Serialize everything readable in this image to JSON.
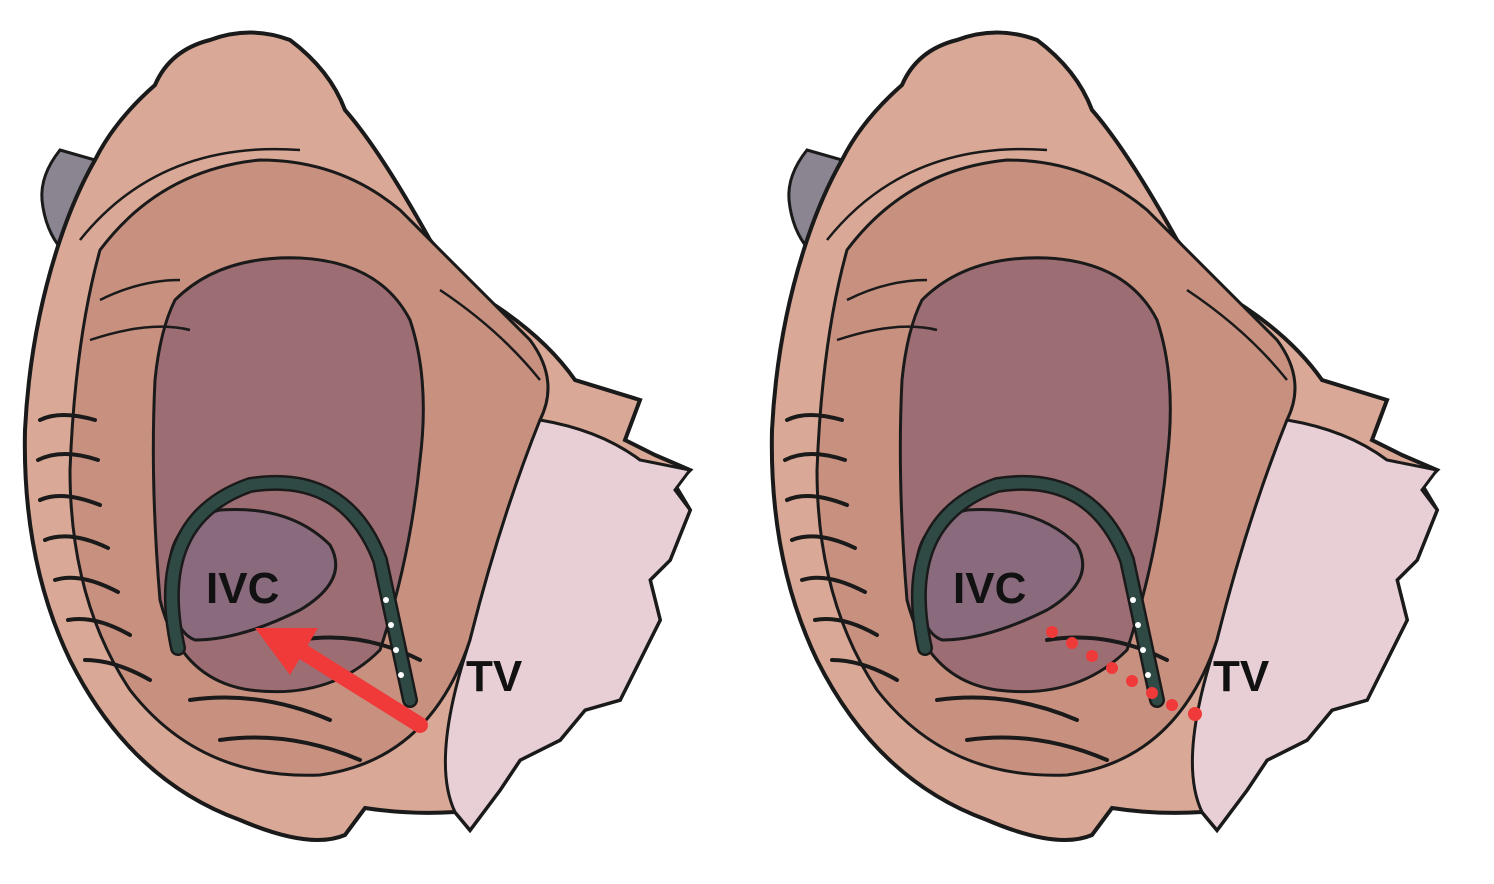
{
  "panels": [
    {
      "id": "left",
      "labels": {
        "ivc": "IVC",
        "tv": "TV"
      },
      "marker": "arrow"
    },
    {
      "id": "right",
      "labels": {
        "ivc": "IVC",
        "tv": "TV"
      },
      "marker": "dotted-line"
    }
  ],
  "colors": {
    "tissue": "#d9a896",
    "tissue_dark": "#c08a7a",
    "cavity": "#9c6d72",
    "ivc_opening": "#8a6a7d",
    "valve": "#e8cfd6",
    "appendage": "#8a8590",
    "catheter": "#2f4a44",
    "marker_red": "#f03a3a",
    "outline": "#1a1a1a"
  },
  "icons": {
    "left_marker": "red-arrow-icon",
    "right_marker": "red-dotted-line-icon"
  }
}
